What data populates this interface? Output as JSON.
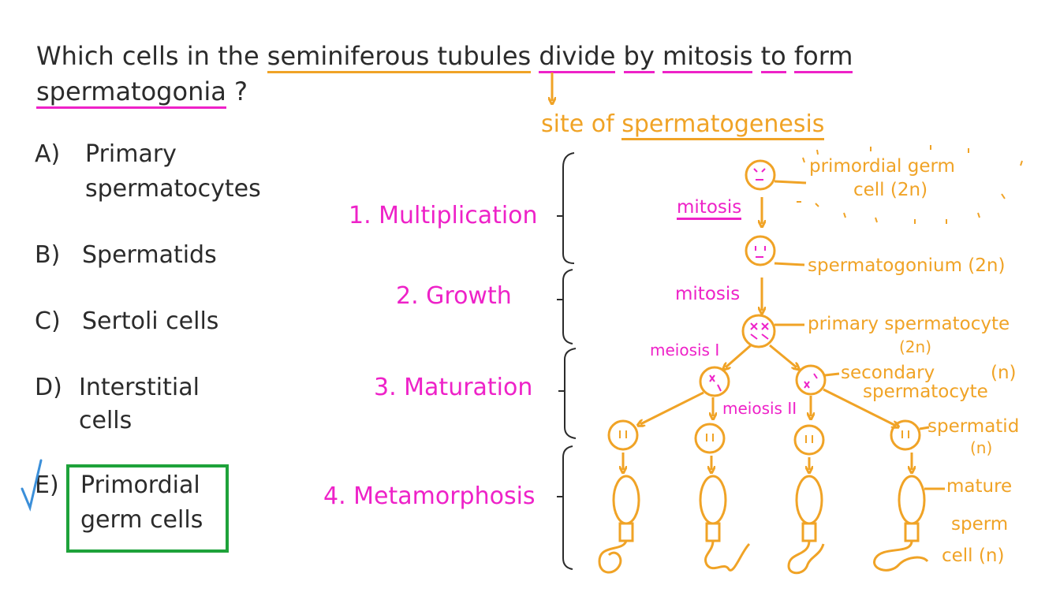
{
  "question": {
    "part1": "Which cells in the",
    "term1": "seminiferous tubules",
    "part2": "divide",
    "part3": "by",
    "term2": "mitosis",
    "part4": "to",
    "term3": "form",
    "line2": "spermatogonia",
    "qmark": "?"
  },
  "options": [
    {
      "letter": "A)",
      "text1": "Primary",
      "text2": "spermatocytes"
    },
    {
      "letter": "B)",
      "text1": "Spermatids"
    },
    {
      "letter": "C)",
      "text1": "Sertoli cells"
    },
    {
      "letter": "D)",
      "text1": "Interstitial",
      "text2": "cells"
    },
    {
      "letter": "E)",
      "text1": "Primordial",
      "text2": "germ cells",
      "correct": true
    }
  ],
  "diagram": {
    "site_prefix": "site of",
    "site_term": "spermatogenesis",
    "stages": [
      "1. Multiplication",
      "2. Growth",
      "3. Maturation",
      "4. Metamorphosis"
    ],
    "arrow_labels": {
      "mitosis_1": "mitosis",
      "mitosis_2": "mitosis",
      "meiosis_1": "meiosis I",
      "meiosis_2": "meiosis II"
    },
    "cell_labels": {
      "primordial_1": "primordial germ",
      "primordial_2": "cell (2n)",
      "spermatogonium": "spermatogonium (2n)",
      "primary_1": "primary spermatocyte",
      "primary_2": "(2n)",
      "secondary_1": "secondary",
      "secondary_n": "(n)",
      "secondary_2": "spermatocyte",
      "spermatid_1": "spermatid",
      "spermatid_2": "(n)",
      "mature_1": "mature",
      "mature_2": "sperm",
      "mature_3": "cell (n)"
    }
  },
  "colors": {
    "dark": "#2b2b2b",
    "orange": "#f0a326",
    "pink": "#ee22c8",
    "green": "#1ea23a",
    "check": "#3b8fd9"
  }
}
